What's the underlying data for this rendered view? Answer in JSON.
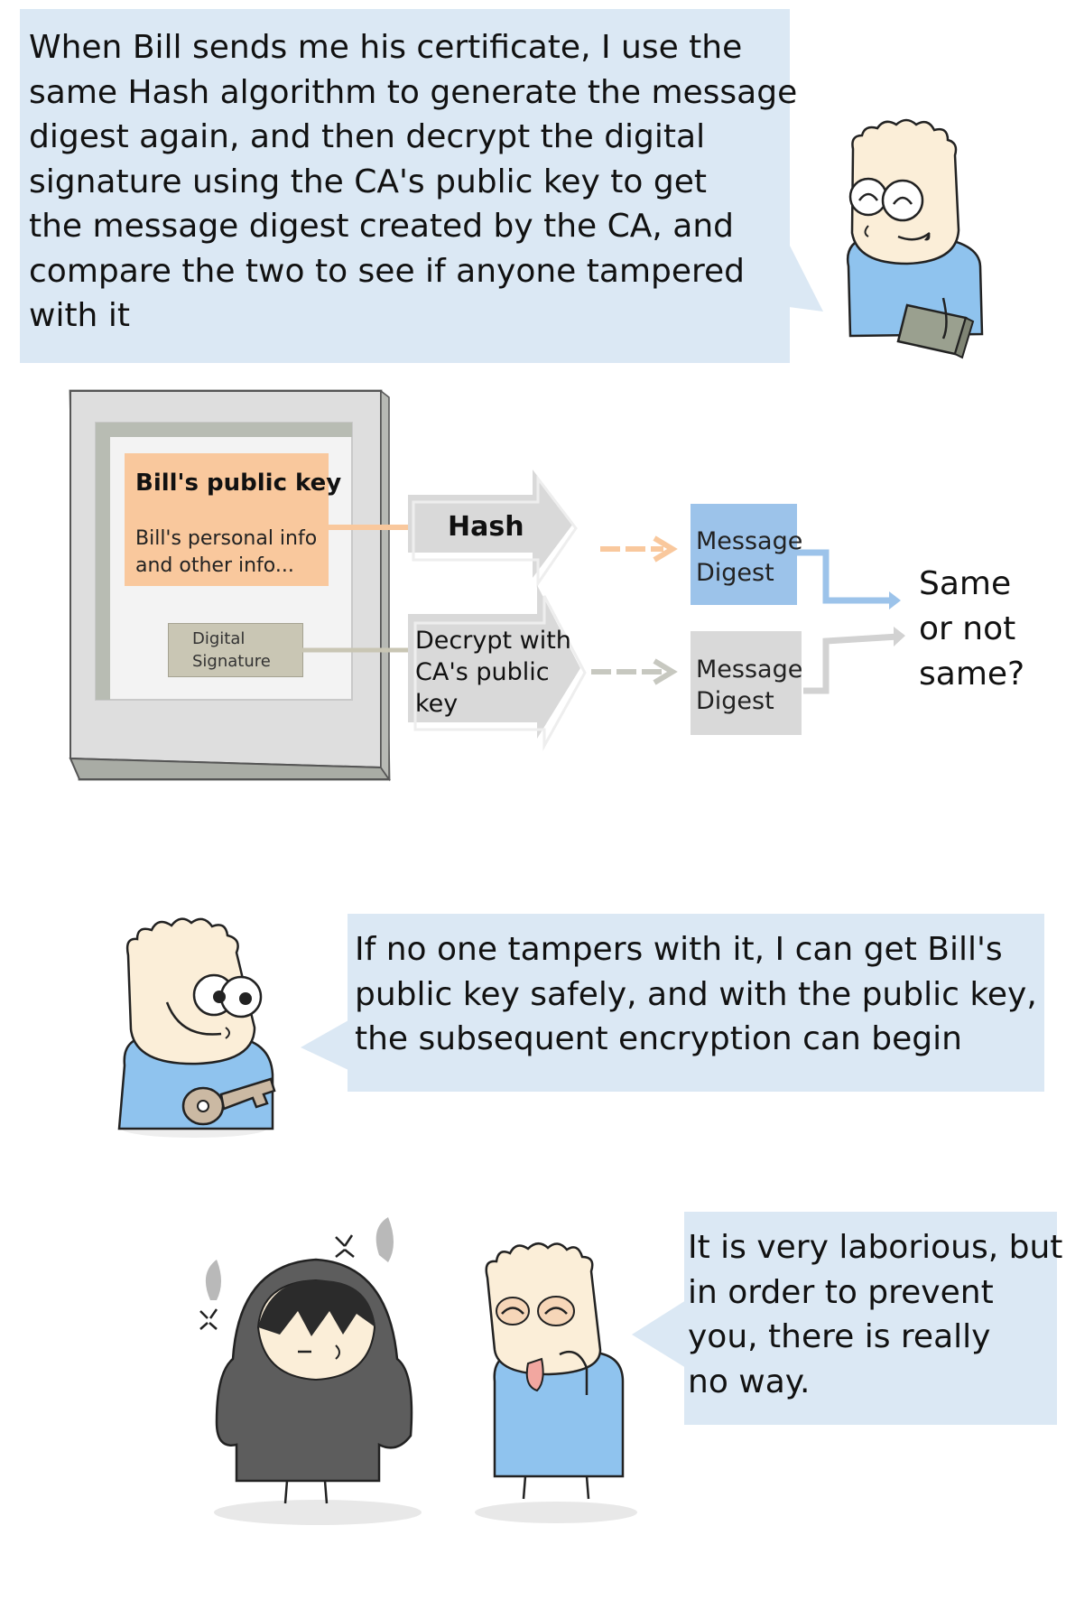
{
  "panel1": {
    "speech": "When Bill sends me his certificate, I use the\nsame Hash algorithm to generate the message\ndigest again, and then decrypt the digital\nsignature using the CA's public key to get\nthe message digest created by the CA, and\ncompare the two to see if anyone tampered\nwith it"
  },
  "diagram": {
    "certificate": {
      "title": "Bill's public key",
      "info": "Bill's personal info\nand other info...",
      "signature": "Digital\nSignature"
    },
    "hash_arrow": "Hash",
    "decrypt_arrow": "Decrypt with\nCA's public\nkey",
    "digest_top": "Message\nDigest",
    "digest_bottom": "Message\nDigest",
    "question": "Same\nor not\nsame?",
    "colors": {
      "orange": "#f9c89d",
      "blue": "#9cc3ea",
      "gray": "#d9d9d9"
    }
  },
  "panel2": {
    "speech": "If no one tampers with it, I can get Bill's\npublic key safely, and with the public key,\nthe subsequent encryption can begin"
  },
  "panel3": {
    "speech": "It is very laborious, but\nin order to prevent\nyou, there is really\nno way."
  }
}
